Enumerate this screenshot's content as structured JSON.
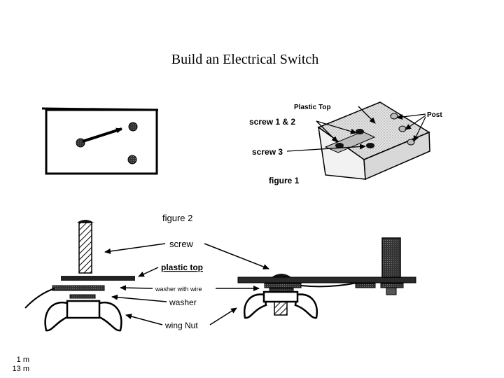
{
  "title": "Build an Electrical Switch",
  "figure1": {
    "caption": "figure 1",
    "labels": {
      "plastic_top": "Plastic Top",
      "post": "Post",
      "screw_1_2": "screw 1 & 2",
      "screw_3": "screw 3"
    }
  },
  "figure2": {
    "caption": "figure 2",
    "labels": {
      "screw": "screw",
      "plastic_top": "plastic top",
      "washer_with_wire": "washer with wire",
      "washer": "washer",
      "wing_nut": "wing Nut"
    }
  },
  "footer": {
    "line1": "1 m",
    "line2": "13 m"
  }
}
